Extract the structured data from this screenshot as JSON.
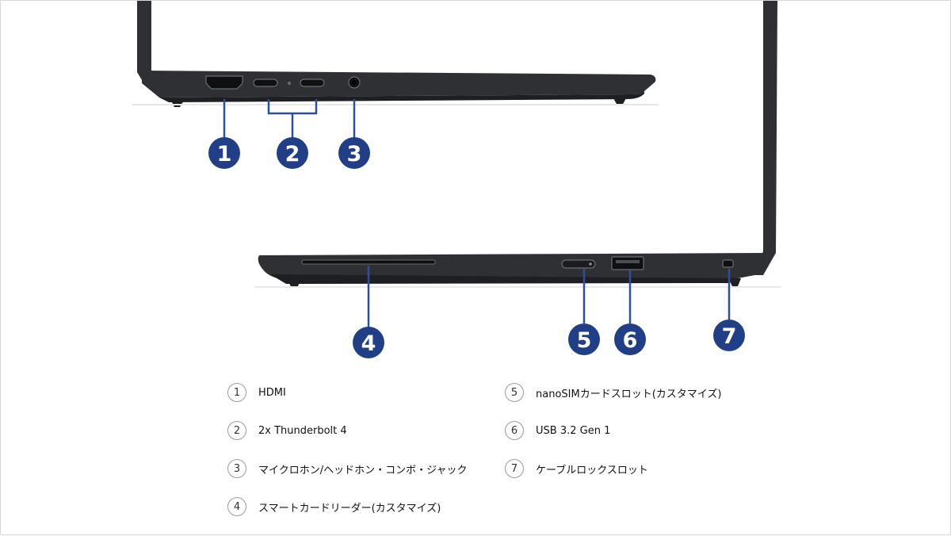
{
  "colors": {
    "badge": "#213f86",
    "leader_line": "#2c4f9f",
    "laptop_body": "#2e3034",
    "laptop_edge": "#1d1f22",
    "background": "#ffffff"
  },
  "callouts": [
    {
      "number": "1",
      "label": "HDMI"
    },
    {
      "number": "2",
      "label": "2x Thunderbolt 4"
    },
    {
      "number": "3",
      "label": "マイクロホン/ヘッドホン・コンボ・ジャック"
    },
    {
      "number": "4",
      "label": "スマートカードリーダー(カスタマイズ)"
    },
    {
      "number": "5",
      "label": "nanoSIMカードスロット(カスタマイズ)"
    },
    {
      "number": "6",
      "label": "USB 3.2 Gen 1"
    },
    {
      "number": "7",
      "label": "ケーブルロックスロット"
    }
  ]
}
